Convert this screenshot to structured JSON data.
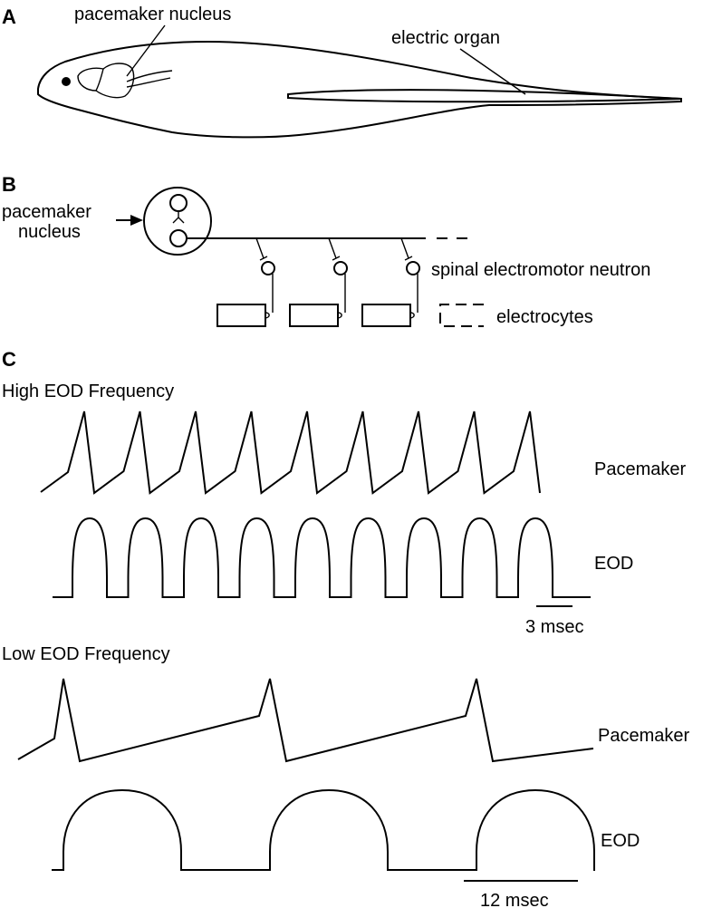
{
  "panels": {
    "a": "A",
    "b": "B",
    "c": "C"
  },
  "panel_a": {
    "pacemaker_nucleus": "pacemaker nucleus",
    "electric_organ": "electric organ"
  },
  "panel_b": {
    "pacemaker_line1": "pacemaker",
    "pacemaker_line2": "nucleus",
    "spinal_neuron": "spinal electromotor neutron",
    "electrocytes": "electrocytes"
  },
  "panel_c": {
    "high": {
      "title": "High EOD Frequency",
      "pacemaker": "Pacemaker",
      "eod": "EOD",
      "scale": "3 msec",
      "cycles": 9
    },
    "low": {
      "title": "Low EOD Frequency",
      "pacemaker": "Pacemaker",
      "eod": "EOD",
      "scale": "12 msec",
      "cycles": 3
    }
  }
}
